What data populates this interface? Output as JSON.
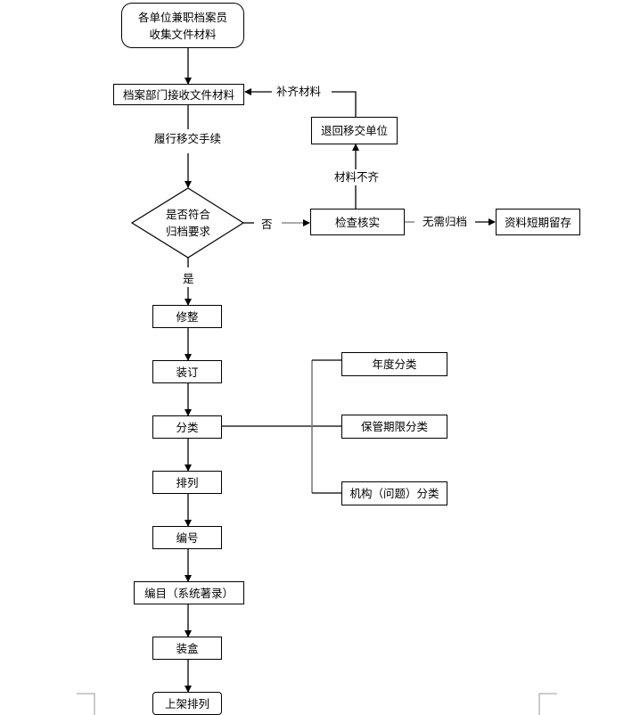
{
  "diagram": {
    "start": "各单位兼职档案员\n收集文件材料",
    "receive": "档案部门接收文件材料",
    "transfer_label": "履行移交手续",
    "decision": "是否符合\n归档要求",
    "yes_label": "是",
    "no_label": "否",
    "check": "检查核实",
    "incomplete_label": "材料不齐",
    "return_unit": "退回移交单位",
    "supplement_label": "补齐材料",
    "no_archive_label": "无需归档",
    "short_term": "资料短期留存",
    "steps": [
      "修整",
      "装订",
      "分类",
      "排列",
      "编号",
      "编目（系统著录）",
      "装盒",
      "上架排列"
    ],
    "classification_types": [
      "年度分类",
      "保管期限分类",
      "机构（问题）分类"
    ]
  }
}
